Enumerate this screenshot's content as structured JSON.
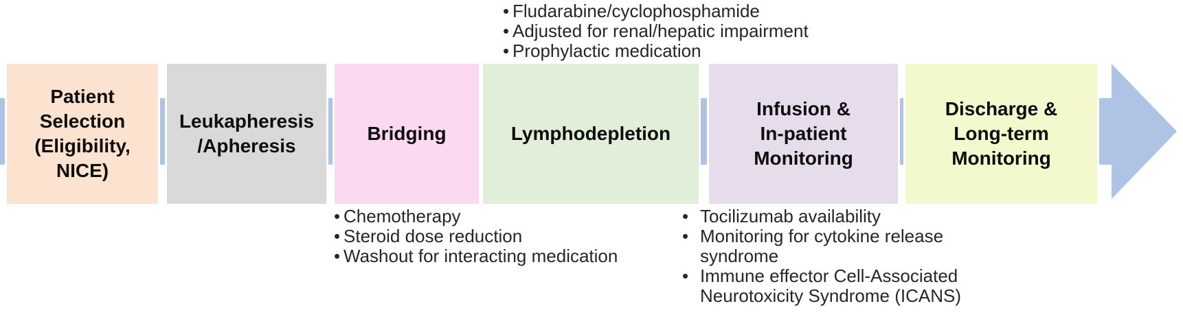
{
  "arrow": {
    "color": "#afc4e5"
  },
  "stages": [
    {
      "id": "patient-selection",
      "label": "Patient\nSelection\n(Eligibility,\nNICE)",
      "color": "#fbe3d0"
    },
    {
      "id": "leukapheresis",
      "label": "Leukapheresis\n/Apheresis",
      "color": "#d9d9d9"
    },
    {
      "id": "bridging",
      "label": "Bridging",
      "color": "#fbd9f0"
    },
    {
      "id": "lymphodepletion",
      "label": "Lymphodepletion",
      "color": "#e1eed8"
    },
    {
      "id": "infusion-monitoring",
      "label": "Infusion &\nIn-patient\nMonitoring",
      "color": "#e6dcec"
    },
    {
      "id": "discharge-monitoring",
      "label": "Discharge &\nLong-term\nMonitoring",
      "color": "#f3f8cd"
    }
  ],
  "notes": {
    "lymphodepletion_above": [
      "Fludarabine/cyclophosphamide",
      "Adjusted for renal/hepatic impairment",
      "Prophylactic medication"
    ],
    "bridging_below": [
      "Chemotherapy",
      "Steroid dose reduction",
      "Washout for interacting medication"
    ],
    "infusion_below": [
      "Tocilizumab availability",
      "Monitoring for cytokine release\nsyndrome",
      "Immune effector Cell-Associated\nNeurotoxicity Syndrome (ICANS)"
    ]
  }
}
